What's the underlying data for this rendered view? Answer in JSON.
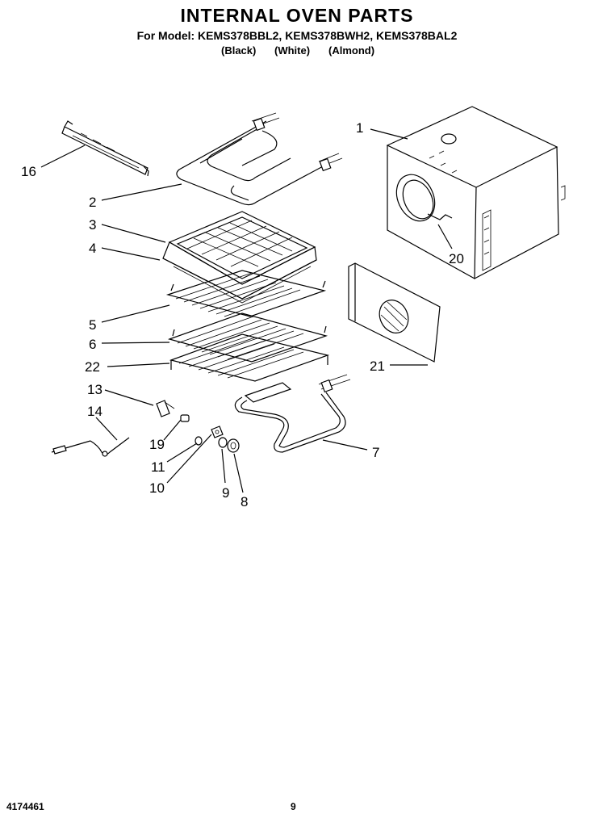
{
  "header": {
    "title": "INTERNAL OVEN PARTS",
    "models_line": "For Model: KEMS378BBL2, KEMS378BWH2, KEMS378BAL2",
    "color_black": "(Black)",
    "color_white": "(White)",
    "color_almond": "(Almond)"
  },
  "callouts": {
    "c1": "1",
    "c2": "2",
    "c3": "3",
    "c4": "4",
    "c5": "5",
    "c6": "6",
    "c7": "7",
    "c8": "8",
    "c9": "9",
    "c10": "10",
    "c11": "11",
    "c13": "13",
    "c14": "14",
    "c16": "16",
    "c19": "19",
    "c20": "20",
    "c21": "21",
    "c22": "22"
  },
  "footer": {
    "doc_number": "4174461",
    "page_number": "9"
  }
}
